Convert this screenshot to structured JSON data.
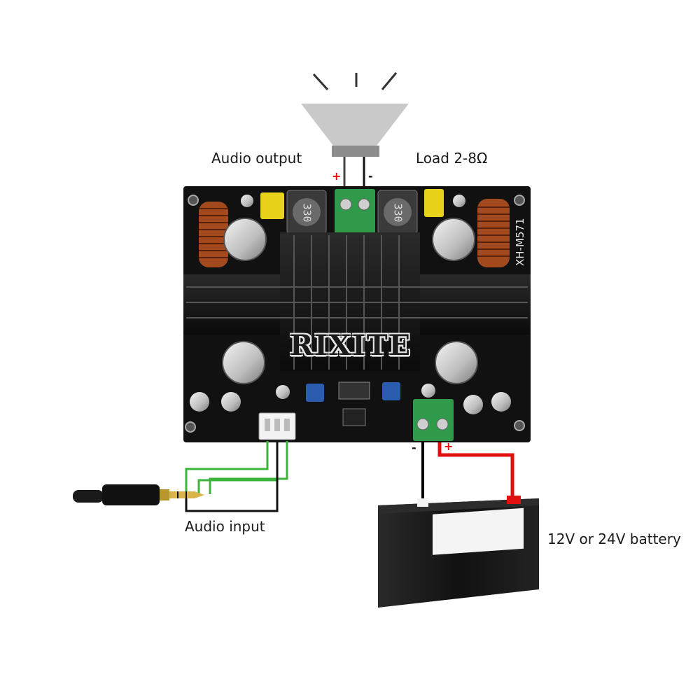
{
  "labels": {
    "audio_output": "Audio output",
    "load": "Load 2-8Ω",
    "audio_input": "Audio input",
    "battery": "12V or 24V battery"
  },
  "board": {
    "brand": "RIXITE",
    "model": "XH-M571",
    "inductor_marking": "330"
  },
  "polarity": {
    "speaker_plus": "+",
    "speaker_minus": "-",
    "power_minus": "-",
    "power_plus": "+"
  },
  "colors": {
    "board": "#111111",
    "power_wire_positive": "#e01010",
    "power_wire_negative": "#000000",
    "audio_wire_green": "#3cb43c",
    "speaker": "#c8c8c8",
    "battery_body": "#151515"
  }
}
